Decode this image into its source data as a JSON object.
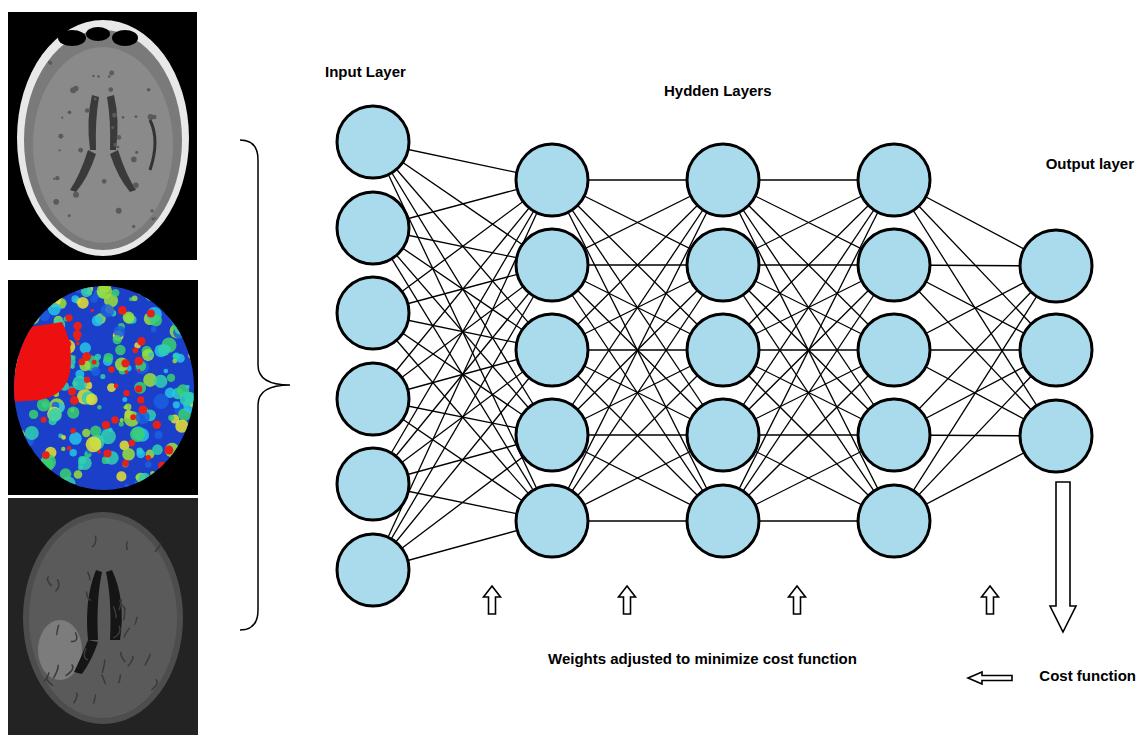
{
  "diagram": {
    "labels": [
      "Input Layer",
      "Hydden Layers",
      "Output layer",
      "Weights adjusted to minimize cost function",
      "Cost function"
    ]
  }
}
